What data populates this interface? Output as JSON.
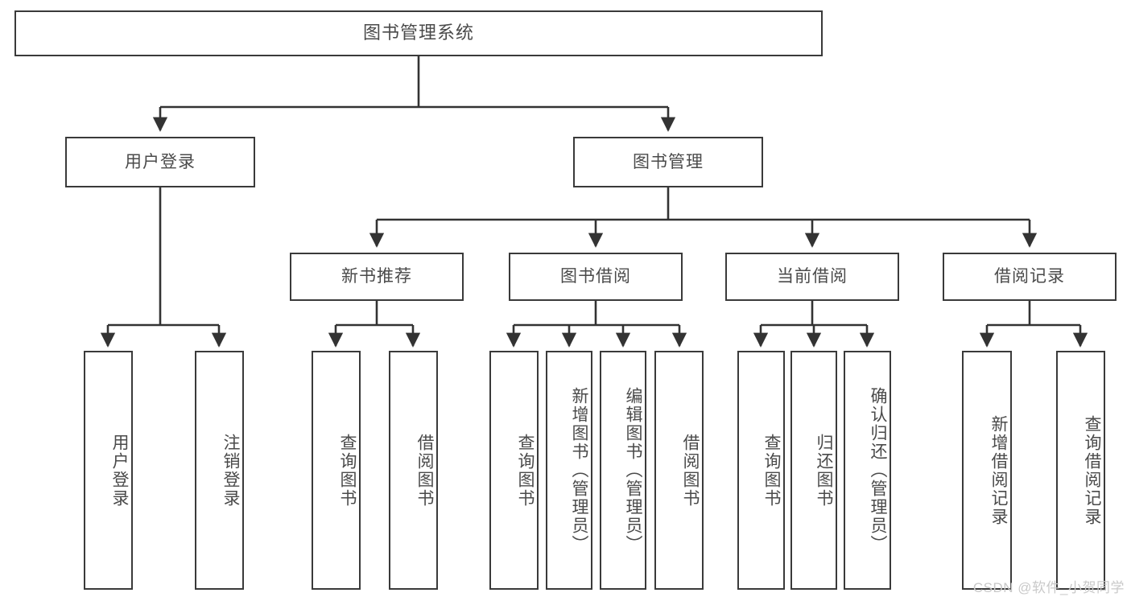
{
  "diagram": {
    "title": "图书管理系统",
    "type": "hierarchy-tree",
    "levels": 4,
    "colors": {
      "box_border": "#3a3a3a",
      "box_fill": "#ffffff",
      "text": "#4a4a4a",
      "connector": "#333333",
      "watermark": "#c9c9c9",
      "background": "#ffffff"
    },
    "root": {
      "label": "图书管理系统"
    },
    "level2": [
      {
        "label": "用户登录"
      },
      {
        "label": "图书管理"
      }
    ],
    "level3": [
      {
        "label": "新书推荐"
      },
      {
        "label": "图书借阅"
      },
      {
        "label": "当前借阅"
      },
      {
        "label": "借阅记录"
      }
    ],
    "leaves": {
      "user_login": [
        {
          "label": "用户登录"
        },
        {
          "label": "注销登录"
        }
      ],
      "new_book_recommend": [
        {
          "label": "查询图书"
        },
        {
          "label": "借阅图书"
        }
      ],
      "book_borrow": [
        {
          "label": "查询图书"
        },
        {
          "label": "新增图书（管理员）"
        },
        {
          "label": "编辑图书（管理员）"
        },
        {
          "label": "借阅图书"
        }
      ],
      "current_borrow": [
        {
          "label": "查询图书"
        },
        {
          "label": "归还图书"
        },
        {
          "label": "确认归还（管理员）"
        }
      ],
      "borrow_record": [
        {
          "label": "新增借阅记录"
        },
        {
          "label": "查询借阅记录"
        }
      ]
    }
  },
  "watermark": {
    "text": "CSDN @软件_小贺同学"
  }
}
